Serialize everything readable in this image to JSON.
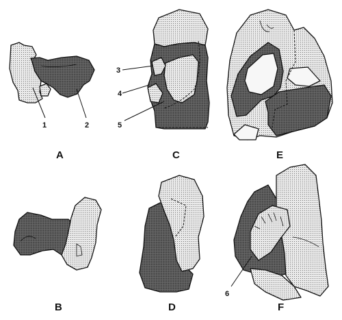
{
  "panels": [
    {
      "id": "A",
      "label": "A"
    },
    {
      "id": "B",
      "label": "B"
    },
    {
      "id": "C",
      "label": "C"
    },
    {
      "id": "D",
      "label": "D"
    },
    {
      "id": "E",
      "label": "E"
    },
    {
      "id": "F",
      "label": "F"
    }
  ],
  "callouts": [
    "1",
    "2",
    "3",
    "4",
    "5",
    "6"
  ],
  "colors": {
    "light_stipple": "#d2d2d2",
    "dark_stipple": "#666666",
    "outline": "#111111"
  }
}
